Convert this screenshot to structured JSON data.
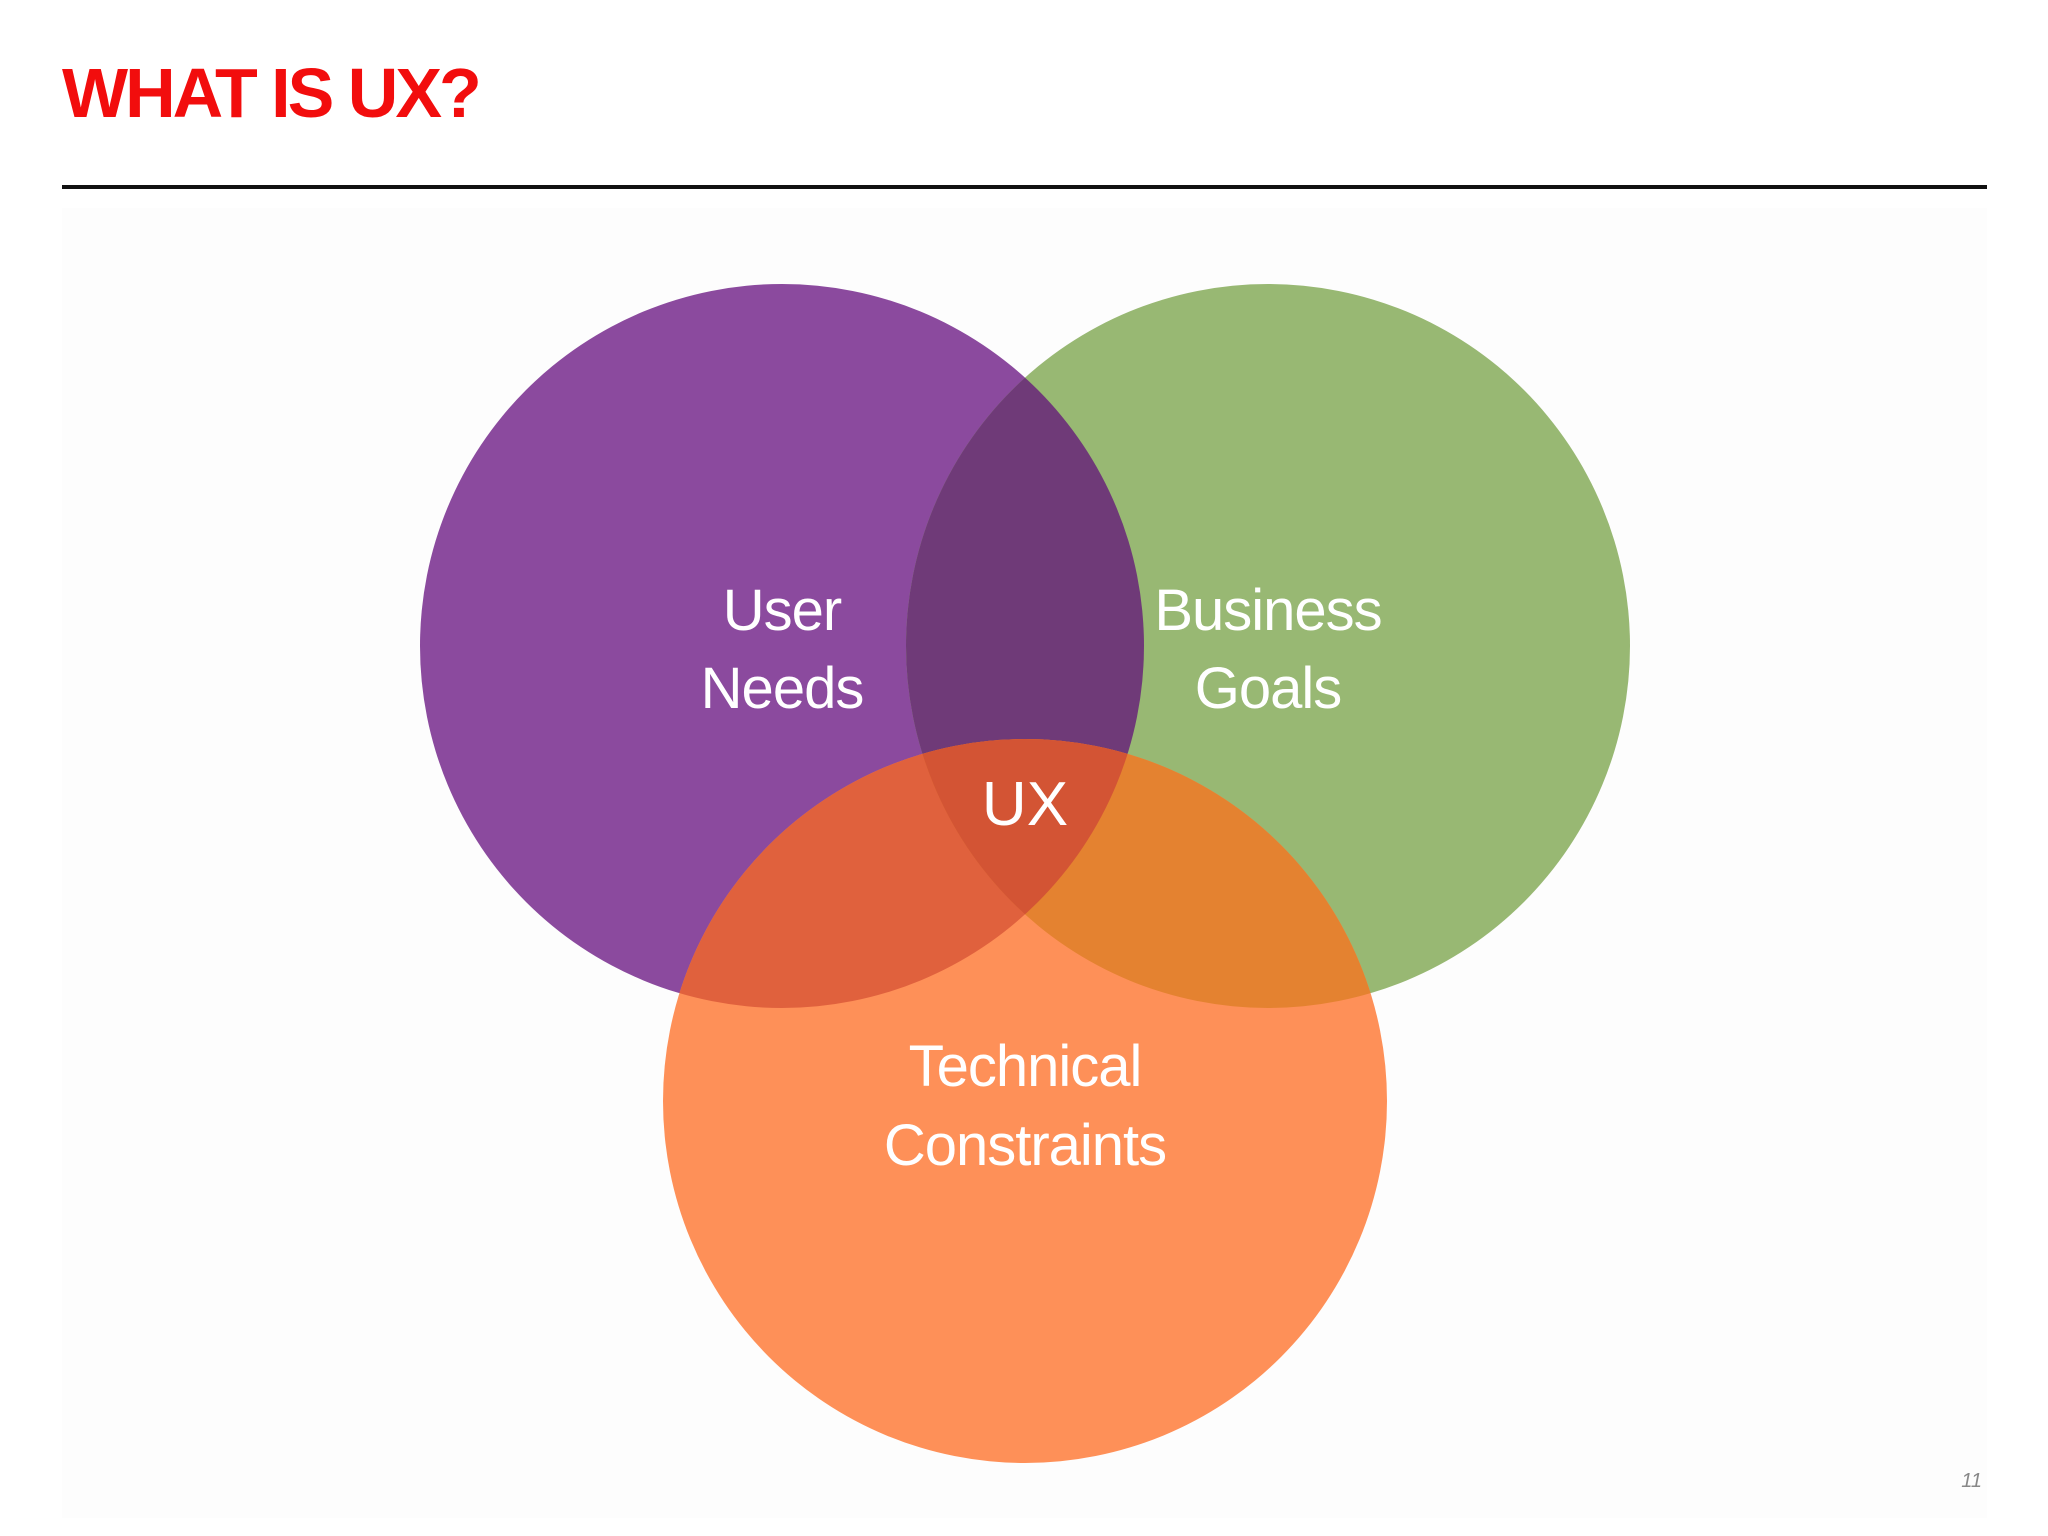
{
  "slide": {
    "title": "WHAT IS UX?",
    "page_number": "11"
  },
  "colors": {
    "title": "#f20d0d",
    "rule": "#111111",
    "user_needs": "#8b4a9e",
    "business_goals": "#98b873",
    "technical_constraints": "#fe9058",
    "user_business_overlap": "#6f3a78",
    "user_technical_overlap": "#e0613d",
    "business_technical_overlap": "#e48230",
    "center_overlap": "#d35434"
  },
  "diagram": {
    "circles": [
      {
        "id": "user",
        "line1": "User",
        "line2": "Needs"
      },
      {
        "id": "business",
        "line1": "Business",
        "line2": "Goals"
      },
      {
        "id": "technical",
        "line1": "Technical",
        "line2": "Constraints"
      }
    ],
    "center_label": "UX"
  }
}
